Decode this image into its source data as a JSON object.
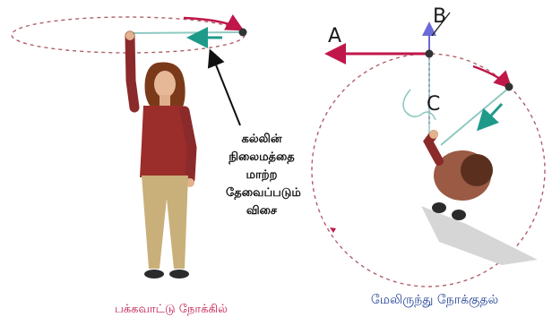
{
  "labels": {
    "A": "A",
    "B": "B",
    "C": "C"
  },
  "force_annotation": [
    "கல்லின்",
    "நிலைமத்தை",
    "மாற்ற",
    "தேவைப்படும்",
    "விசை"
  ],
  "captions": {
    "side_view": "பக்கவாட்டு நோக்கில்",
    "top_view": "மேலிருந்து நோக்குதல்"
  },
  "colors": {
    "orbit_dash": "#b0606a",
    "arc_arrow": "#c0174a",
    "string": "#8fc9c2",
    "velocity_arrow": "#1f9a8a",
    "force_text": "#111111",
    "caption_left": "#c0174a",
    "caption_right": "#1f3f94"
  }
}
